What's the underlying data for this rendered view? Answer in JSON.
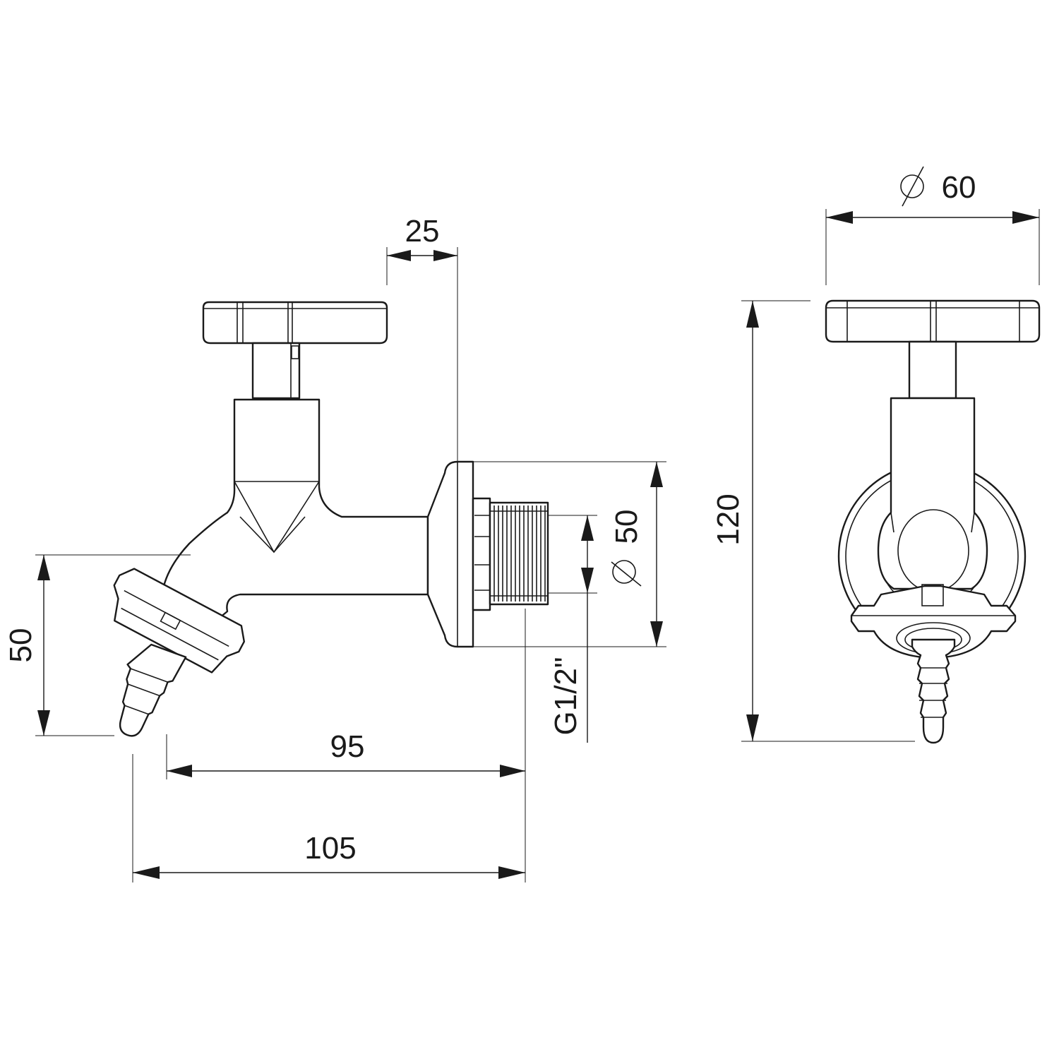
{
  "dimensions": {
    "d25": "25",
    "d60": "60",
    "d50_dia": "50",
    "d120": "120",
    "d50_height": "50",
    "d95": "95",
    "d105": "105",
    "thread": "G1/2\""
  }
}
